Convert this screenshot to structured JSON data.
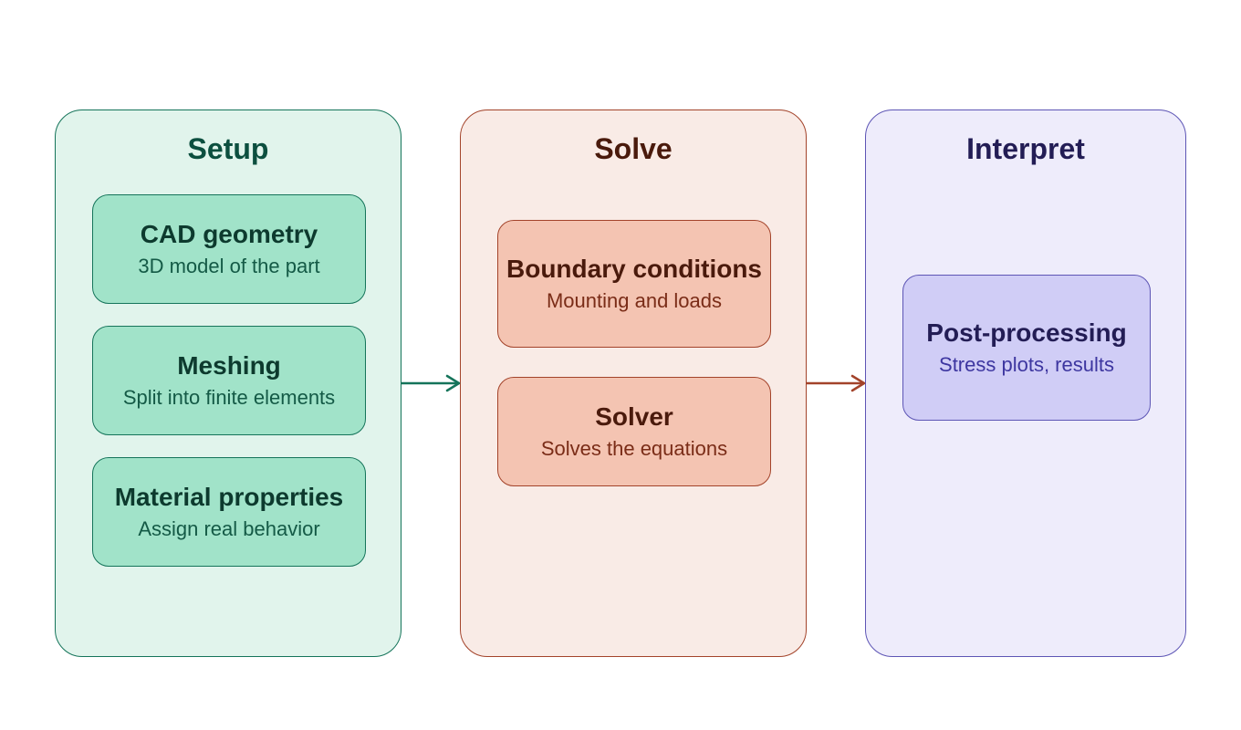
{
  "stages": [
    {
      "title": "Setup",
      "steps": [
        {
          "title": "CAD geometry",
          "subtitle": "3D model of the part"
        },
        {
          "title": "Meshing",
          "subtitle": "Split into finite elements"
        },
        {
          "title": "Material properties",
          "subtitle": "Assign real behavior"
        }
      ]
    },
    {
      "title": "Solve",
      "steps": [
        {
          "title": "Boundary conditions",
          "subtitle": "Mounting and loads"
        },
        {
          "title": "Solver",
          "subtitle": "Solves the equations"
        }
      ]
    },
    {
      "title": "Interpret",
      "steps": [
        {
          "title": "Post-processing",
          "subtitle": "Stress plots, results"
        }
      ]
    }
  ],
  "colors": {
    "setup_accent": "#15745a",
    "solve_accent": "#a3432a",
    "interpret_accent": "#5d55b5"
  }
}
